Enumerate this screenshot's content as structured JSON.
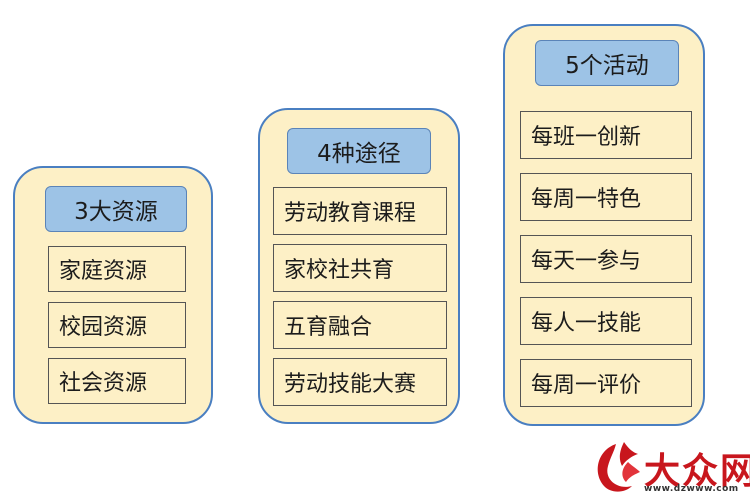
{
  "columns": [
    {
      "title": "3大资源",
      "items": [
        "家庭资源",
        "校园资源",
        "社会资源"
      ]
    },
    {
      "title": "4种途径",
      "items": [
        "劳动教育课程",
        "家校社共育",
        "五育融合",
        "劳动技能大赛"
      ]
    },
    {
      "title": "5个活动",
      "items": [
        "每班一创新",
        "每周一特色",
        "每天一参与",
        "每人一技能",
        "每周一评价"
      ]
    }
  ],
  "logo": {
    "text": "大众网",
    "url": "www.dzwww.com"
  },
  "colors": {
    "group_fill": "#fdf0c6",
    "group_border": "#4a7fc1",
    "header_fill": "#9dc3e6",
    "logo_red": "#c8161d"
  }
}
